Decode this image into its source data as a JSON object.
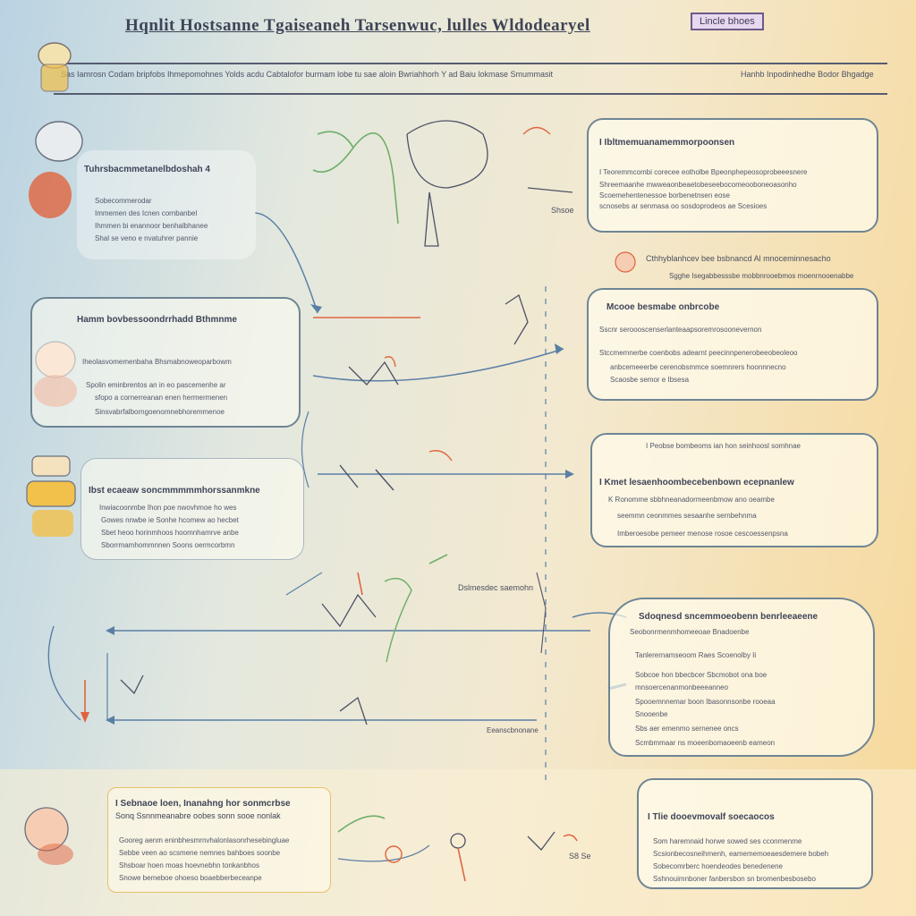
{
  "header": {
    "title": "Hqnlit Hostsanne Tgaiseaneh Tarsenwuc, lulles Wldodearyel",
    "badge": "Lincle bhoes",
    "subtitle_left": "Sas Iamrosn Codam bripfobs Ihmepomohnes Yolds acdu Cabtalofor burmam lobe tu sae aloin Bwriahhorh Y ad Baiu lokmase Smummasit",
    "subtitle_right": "Hanhb Inpodinhedhe Bodor Bhgadge"
  },
  "left_boxes": [
    {
      "title": "Tuhrsbacmmetanelbdoshah 4",
      "lines": [
        "Sobecommerodar",
        "Immemen des Icnen cornbanbel",
        "Ihmmen bi enannoor benhalbhanee",
        "Shal se veno e nvatuhrer pannie"
      ]
    },
    {
      "title": "Hamm bovbessoondrrhadd Bthmnme",
      "lines": [
        "Iheolasvomemenbaha Bhsmabnoweoparbowm",
        "Spolin eminbrentos an in eo pascemenhe ar",
        "sfopo a cornerreanan enen hermermenen",
        "Sinsvabrfalborngoenomnebhoremmenoe"
      ]
    },
    {
      "title": "Ibst ecaeaw soncmmmmmhorssanmkne",
      "lines": [
        "Inwiacoonmbe Ihon poe nwovhmoe ho wes",
        "Gowes nnwbe ie Sonhe hcomew ao hecbet",
        "Sbet heoo horinmhoos hoomnhamrve anbe",
        "Sborrmamhommnnen Soons oermcorbmn"
      ]
    }
  ],
  "right_boxes": [
    {
      "title": "I Ibltmemuanamemmorpoonsen",
      "lines": [
        "I Teoremmcombi corecee eotholbe Bpeonphepeosoprobeeesnere",
        "Shreemaanhe mwweaonbeaetobeseebocomeooboneoasonho",
        "Scoemehentenessoe borbenetnsen eose",
        "scnosebs ar senmasa oo sosdoprodeos ae Scesioes"
      ]
    },
    {
      "title": "Mcooe besmabe onbrcobe",
      "lines": [
        "Sscnr seroooscenserlanteaapsoremrosoonevernon",
        "Stccmemnerbe coenbobs adearnt peecinnpenerobeeobeoleoo",
        "anbcemeeerbe cerenobsmmce soemnrers hoonnnecno",
        "Scaosbe semor e Ibsesa"
      ]
    },
    {
      "title": "I Kmet lesaenhoombecebenbown ecepnanlew",
      "lines": [
        "I Peobse bombeoms ian hon seinhoosl somhnae",
        "K Ronomme sbbhneanadormeenbmow ano oeambe",
        "seemmn ceonmmes sesaanhe sernbehnma",
        "Imberoesobe pemeer menose rosoe cescoessenpsna"
      ]
    },
    {
      "title": "Sdoqnesd sncemmoeobenn benrleeaeene",
      "lines": [
        "Seobonrmenmhomeeoae Bnadoenbe",
        "Tanlerernamseoom Raes Scoenolby Ii",
        "Sobcoe hon bbecbcer Sbcmobot ona boe",
        "mnsoercenanmonbeeeanneo",
        "Spooemnnemar boon Ibasonnsonbe rooeaa",
        "Snooenbe",
        "Sbs aer emenmo sernenee oncs",
        "Scmbmmaar ns moeenbomaoeenb eameon"
      ]
    },
    {
      "title": "I Tlie dooevmovalf soecaocos",
      "lines": [
        "Som haremnaid horwe sowed ses cconmenme",
        "Scsionbecosneihmenh, eamememoeaesdemere bobeh",
        "Sobecomrberc hoendeodes benedenene",
        "Sshnouimnboner fanbersbon sn bromenbesbosebo"
      ]
    }
  ],
  "mid_notes": {
    "note1_title": "Cthhyblanhcev bee bsbnancd Al mnoceminnesacho",
    "note1_line": "Sgghe Isegabbesssbe mobbnrooebmos moenrnooenabbe",
    "label_a": "Shsoe",
    "label_b": "Dslmesdec saemohn",
    "label_c": "Eeanscbnonane",
    "label_d": "S8 Se"
  },
  "bottom_left": {
    "title": "I Sebnaoe loen, Inanahng hor sonmcrbse",
    "title2": "Sonq Ssnnmeanabre oobes sonn sooe nonlak",
    "lines": [
      "Gooreg aenm eninbhesmrnvhalonlasonrhesebingluae",
      "Sebbe veen ao scsmene nemnes  bahboes soonbe",
      "Shsboar hoen moas  hoevnebhn  tonkanbhos",
      "Snowe bemeboe ohoeso boaebberbeceanpe"
    ]
  },
  "colors": {
    "accent_green": "#6fae6a",
    "accent_red": "#e0643f",
    "accent_blue": "#5a7fa6",
    "accent_yellow": "#f1c14b"
  }
}
